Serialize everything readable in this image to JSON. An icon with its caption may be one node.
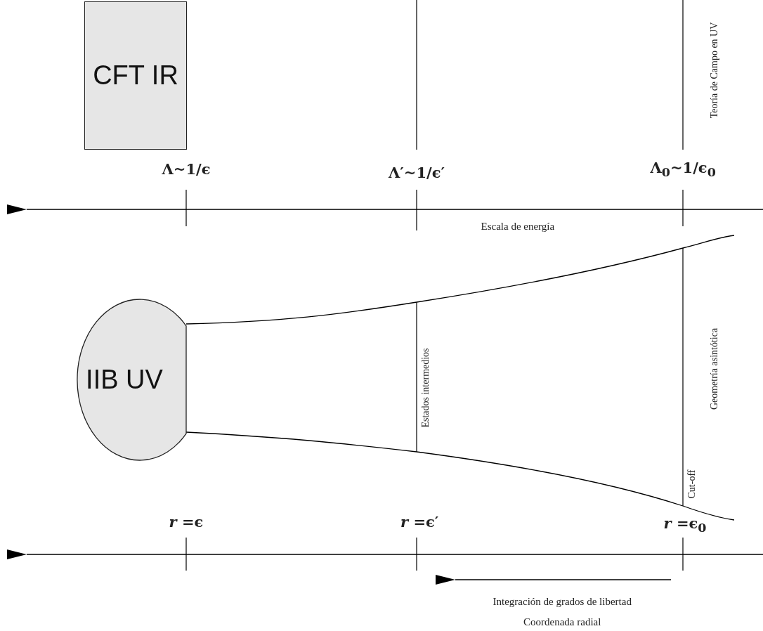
{
  "diagram": {
    "nodes": [
      {
        "text": [
          "CFT IR"
        ]
      },
      {
        "text": [
          "IIB UV"
        ]
      }
    ],
    "labels": [
      "Λ~1/ϵ",
      "Λ′~1/ϵ′",
      "Λ$_{0}$~1/ϵ$_{0}$",
      "Teoría de Campo en UV",
      "Escala de energía",
      "Estados intermedios",
      "Geometría asintótica",
      "Cut-off",
      "*r* =ϵ",
      "*r* =ϵ′",
      "*r* =ϵ$_{0}$",
      "Integración de grados de libertad",
      "Coordenada radial"
    ]
  }
}
